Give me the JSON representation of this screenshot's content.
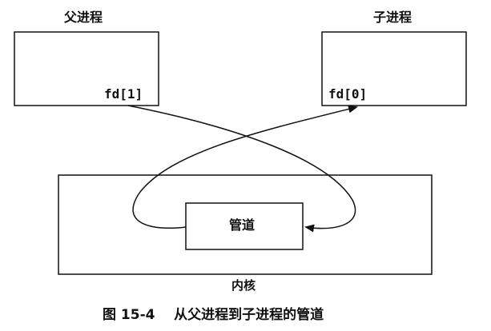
{
  "parent": {
    "title": "父进程",
    "fd": "fd[1]"
  },
  "child": {
    "title": "子进程",
    "fd": "fd[0]"
  },
  "pipe": {
    "label": "管道"
  },
  "kernel": {
    "label": "内核"
  },
  "caption": "图 15-4    从父进程到子进程的管道",
  "colors": {
    "stroke": "#111111",
    "background": "#ffffff"
  }
}
